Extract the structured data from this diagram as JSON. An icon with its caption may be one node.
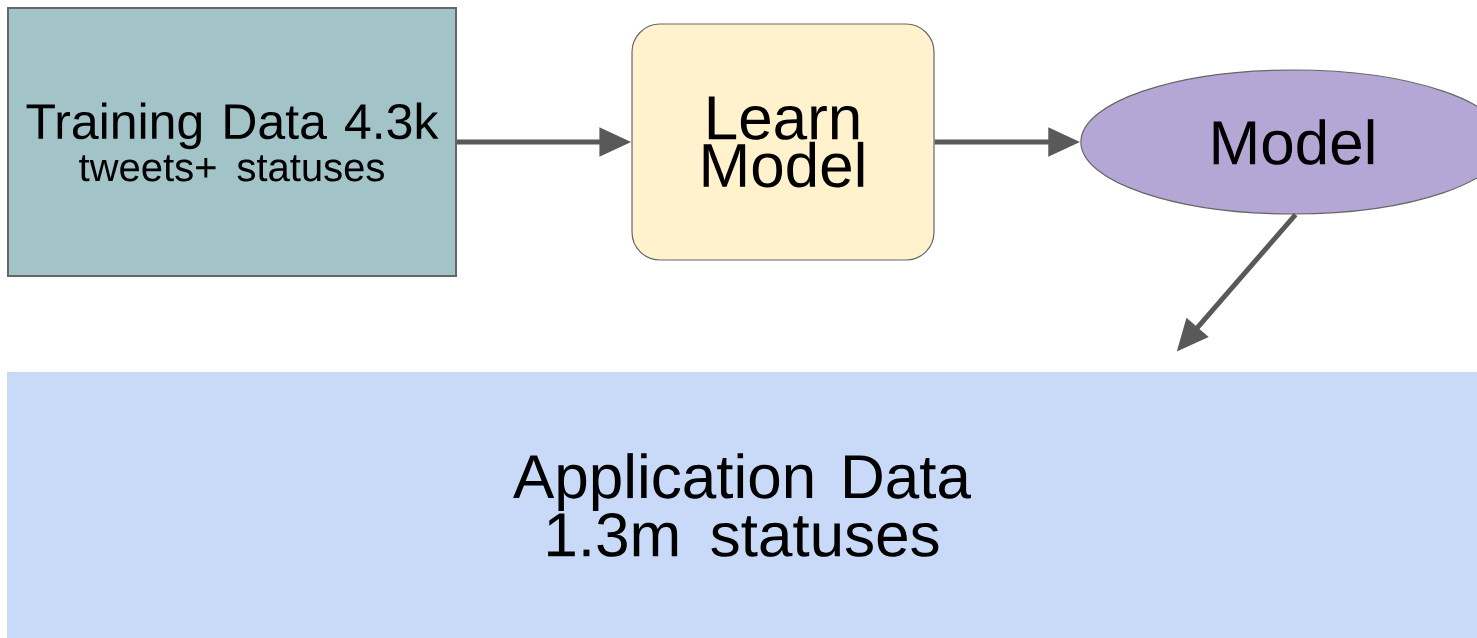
{
  "diagram": {
    "nodes": [
      {
        "text": [
          "Training Data 4.3k",
          "tweets+ statuses"
        ]
      },
      {
        "text": [
          "Learn Model"
        ]
      },
      {
        "text": [
          "Model"
        ]
      },
      {
        "text": [
          "Application Data 1.3m statuses"
        ]
      }
    ],
    "edges": [
      {
        "from": 0,
        "to": 1,
        "arrow": "to"
      },
      {
        "from": 1,
        "to": 2,
        "arrow": "to"
      },
      {
        "from": 2,
        "to": 3,
        "arrow": "to"
      }
    ]
  }
}
